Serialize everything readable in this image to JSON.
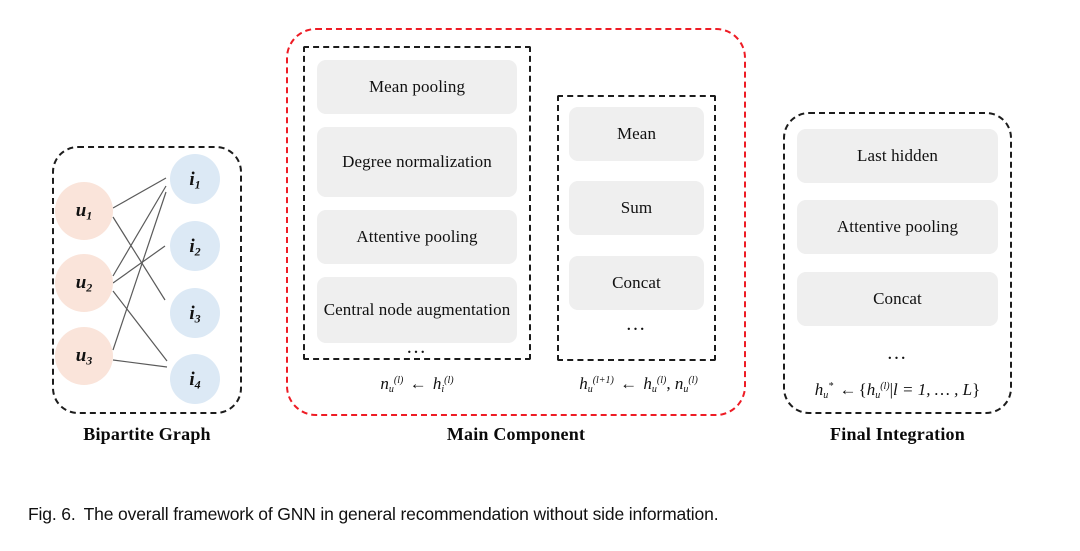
{
  "figure": {
    "number_label": "Fig. 6.",
    "caption": "The overall framework of GNN in general recommendation without side information."
  },
  "colors": {
    "user_node_fill": "#fae4da",
    "item_node_fill": "#dce9f5",
    "chip_fill": "#efefef",
    "dashed_black": "#1c1c1c",
    "dashed_red": "#ee1c25",
    "edge_stroke": "#5a5a5a"
  },
  "panels": [
    {
      "id": "bipartite-graph",
      "caption": "Bipartite Graph"
    },
    {
      "id": "main-component",
      "caption": "Main Component"
    },
    {
      "id": "final-integration",
      "caption": "Final Integration"
    }
  ],
  "bipartite": {
    "user_nodes": [
      {
        "id": "u1",
        "base": "u",
        "sub": "1"
      },
      {
        "id": "u2",
        "base": "u",
        "sub": "2"
      },
      {
        "id": "u3",
        "base": "u",
        "sub": "3"
      }
    ],
    "item_nodes": [
      {
        "id": "i1",
        "base": "i",
        "sub": "1"
      },
      {
        "id": "i2",
        "base": "i",
        "sub": "2"
      },
      {
        "id": "i3",
        "base": "i",
        "sub": "3"
      },
      {
        "id": "i4",
        "base": "i",
        "sub": "4"
      }
    ],
    "edges": [
      {
        "from": "u1",
        "to": "i1"
      },
      {
        "from": "u1",
        "to": "i3"
      },
      {
        "from": "u2",
        "to": "i1"
      },
      {
        "from": "u2",
        "to": "i2"
      },
      {
        "from": "u2",
        "to": "i4"
      },
      {
        "from": "u3",
        "to": "i1"
      },
      {
        "from": "u3",
        "to": "i4"
      }
    ]
  },
  "main_component": {
    "aggregation_box": {
      "options": [
        "Mean pooling",
        "Degree normalization",
        "Attentive pooling",
        "Central node augmentation"
      ],
      "ellipsis": "…",
      "formula_plain": "n_u^(l) ← h_i^(l)",
      "formula_parts": {
        "lhs_base": "n",
        "lhs_sub": "u",
        "lhs_sup": "(l)",
        "arrow": "←",
        "rhs_base": "h",
        "rhs_sub": "i",
        "rhs_sup": "(l)"
      }
    },
    "update_box": {
      "options": [
        "Mean",
        "Sum",
        "Concat"
      ],
      "ellipsis": "…",
      "formula_plain": "h_u^(l+1) ← h_u^(l), n_u^(l)",
      "formula_parts": {
        "lhs_base": "h",
        "lhs_sub": "u",
        "lhs_sup": "(l+1)",
        "arrow": "←",
        "rhs1_base": "h",
        "rhs1_sub": "u",
        "rhs1_sup": "(l)",
        "comma": ",",
        "rhs2_base": "n",
        "rhs2_sub": "u",
        "rhs2_sup": "(l)"
      }
    }
  },
  "final_integration": {
    "options": [
      "Last hidden",
      "Attentive pooling",
      "Concat"
    ],
    "ellipsis": "…",
    "formula_plain": "h_u^* ← {h_u^(l)|l = 1, …, L}",
    "formula_parts": {
      "lhs_base": "h",
      "lhs_sub": "u",
      "lhs_sup": "*",
      "arrow": "←",
      "open_brace": "{",
      "rhs_base": "h",
      "rhs_sub": "u",
      "rhs_sup": "(l)",
      "bar": "|",
      "range": "l = 1, … , L",
      "close_brace": "}"
    }
  }
}
